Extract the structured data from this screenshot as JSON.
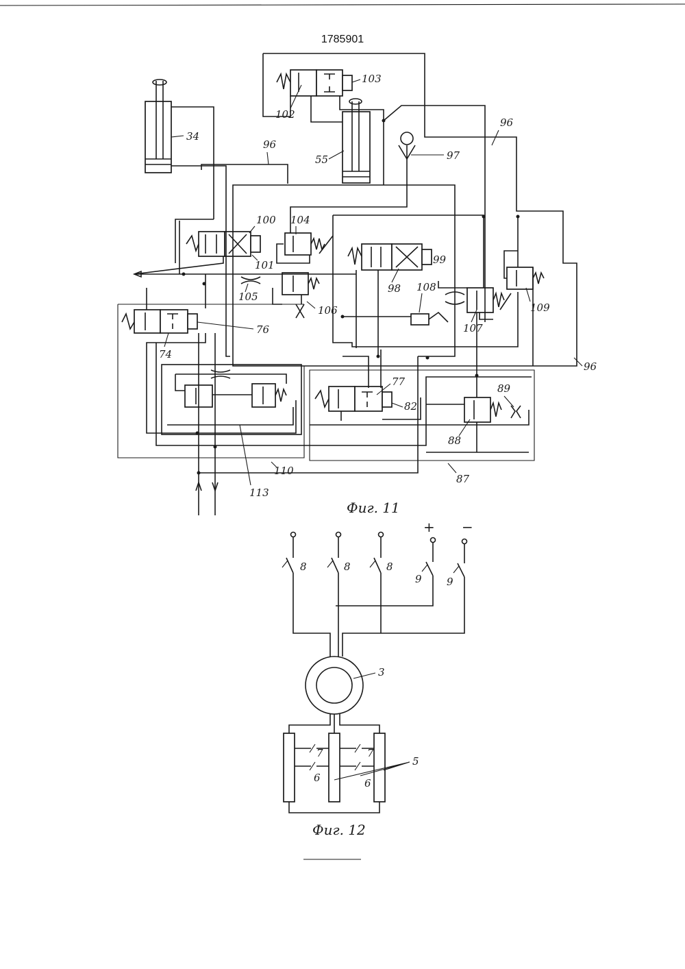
{
  "document": {
    "patent_number": "1785901",
    "fig11_caption": "Фиг. 11",
    "fig12_caption": "Фиг. 12"
  },
  "fig11_labels": {
    "l34": "34",
    "l96a": "96",
    "l96b": "96",
    "l96c": "96",
    "l55": "55",
    "l97": "97",
    "l102": "102",
    "l103": "103",
    "l100": "100",
    "l101": "101",
    "l104": "104",
    "l99": "99",
    "l98": "98",
    "l105": "105",
    "l108": "108",
    "l106": "106",
    "l107": "107",
    "l109": "109",
    "l76": "76",
    "l74": "74",
    "l77": "77",
    "l82": "82",
    "l89": "89",
    "l88": "88",
    "l110": "110",
    "l113": "113",
    "l87": "87"
  },
  "fig12_labels": {
    "plus": "+",
    "minus": "−",
    "s8a": "8",
    "s8b": "8",
    "s8c": "8",
    "s9a": "9",
    "s9b": "9",
    "motor": "3",
    "c7a": "7",
    "c7b": "7",
    "c6a": "6",
    "c6b": "6",
    "r5": "5"
  }
}
